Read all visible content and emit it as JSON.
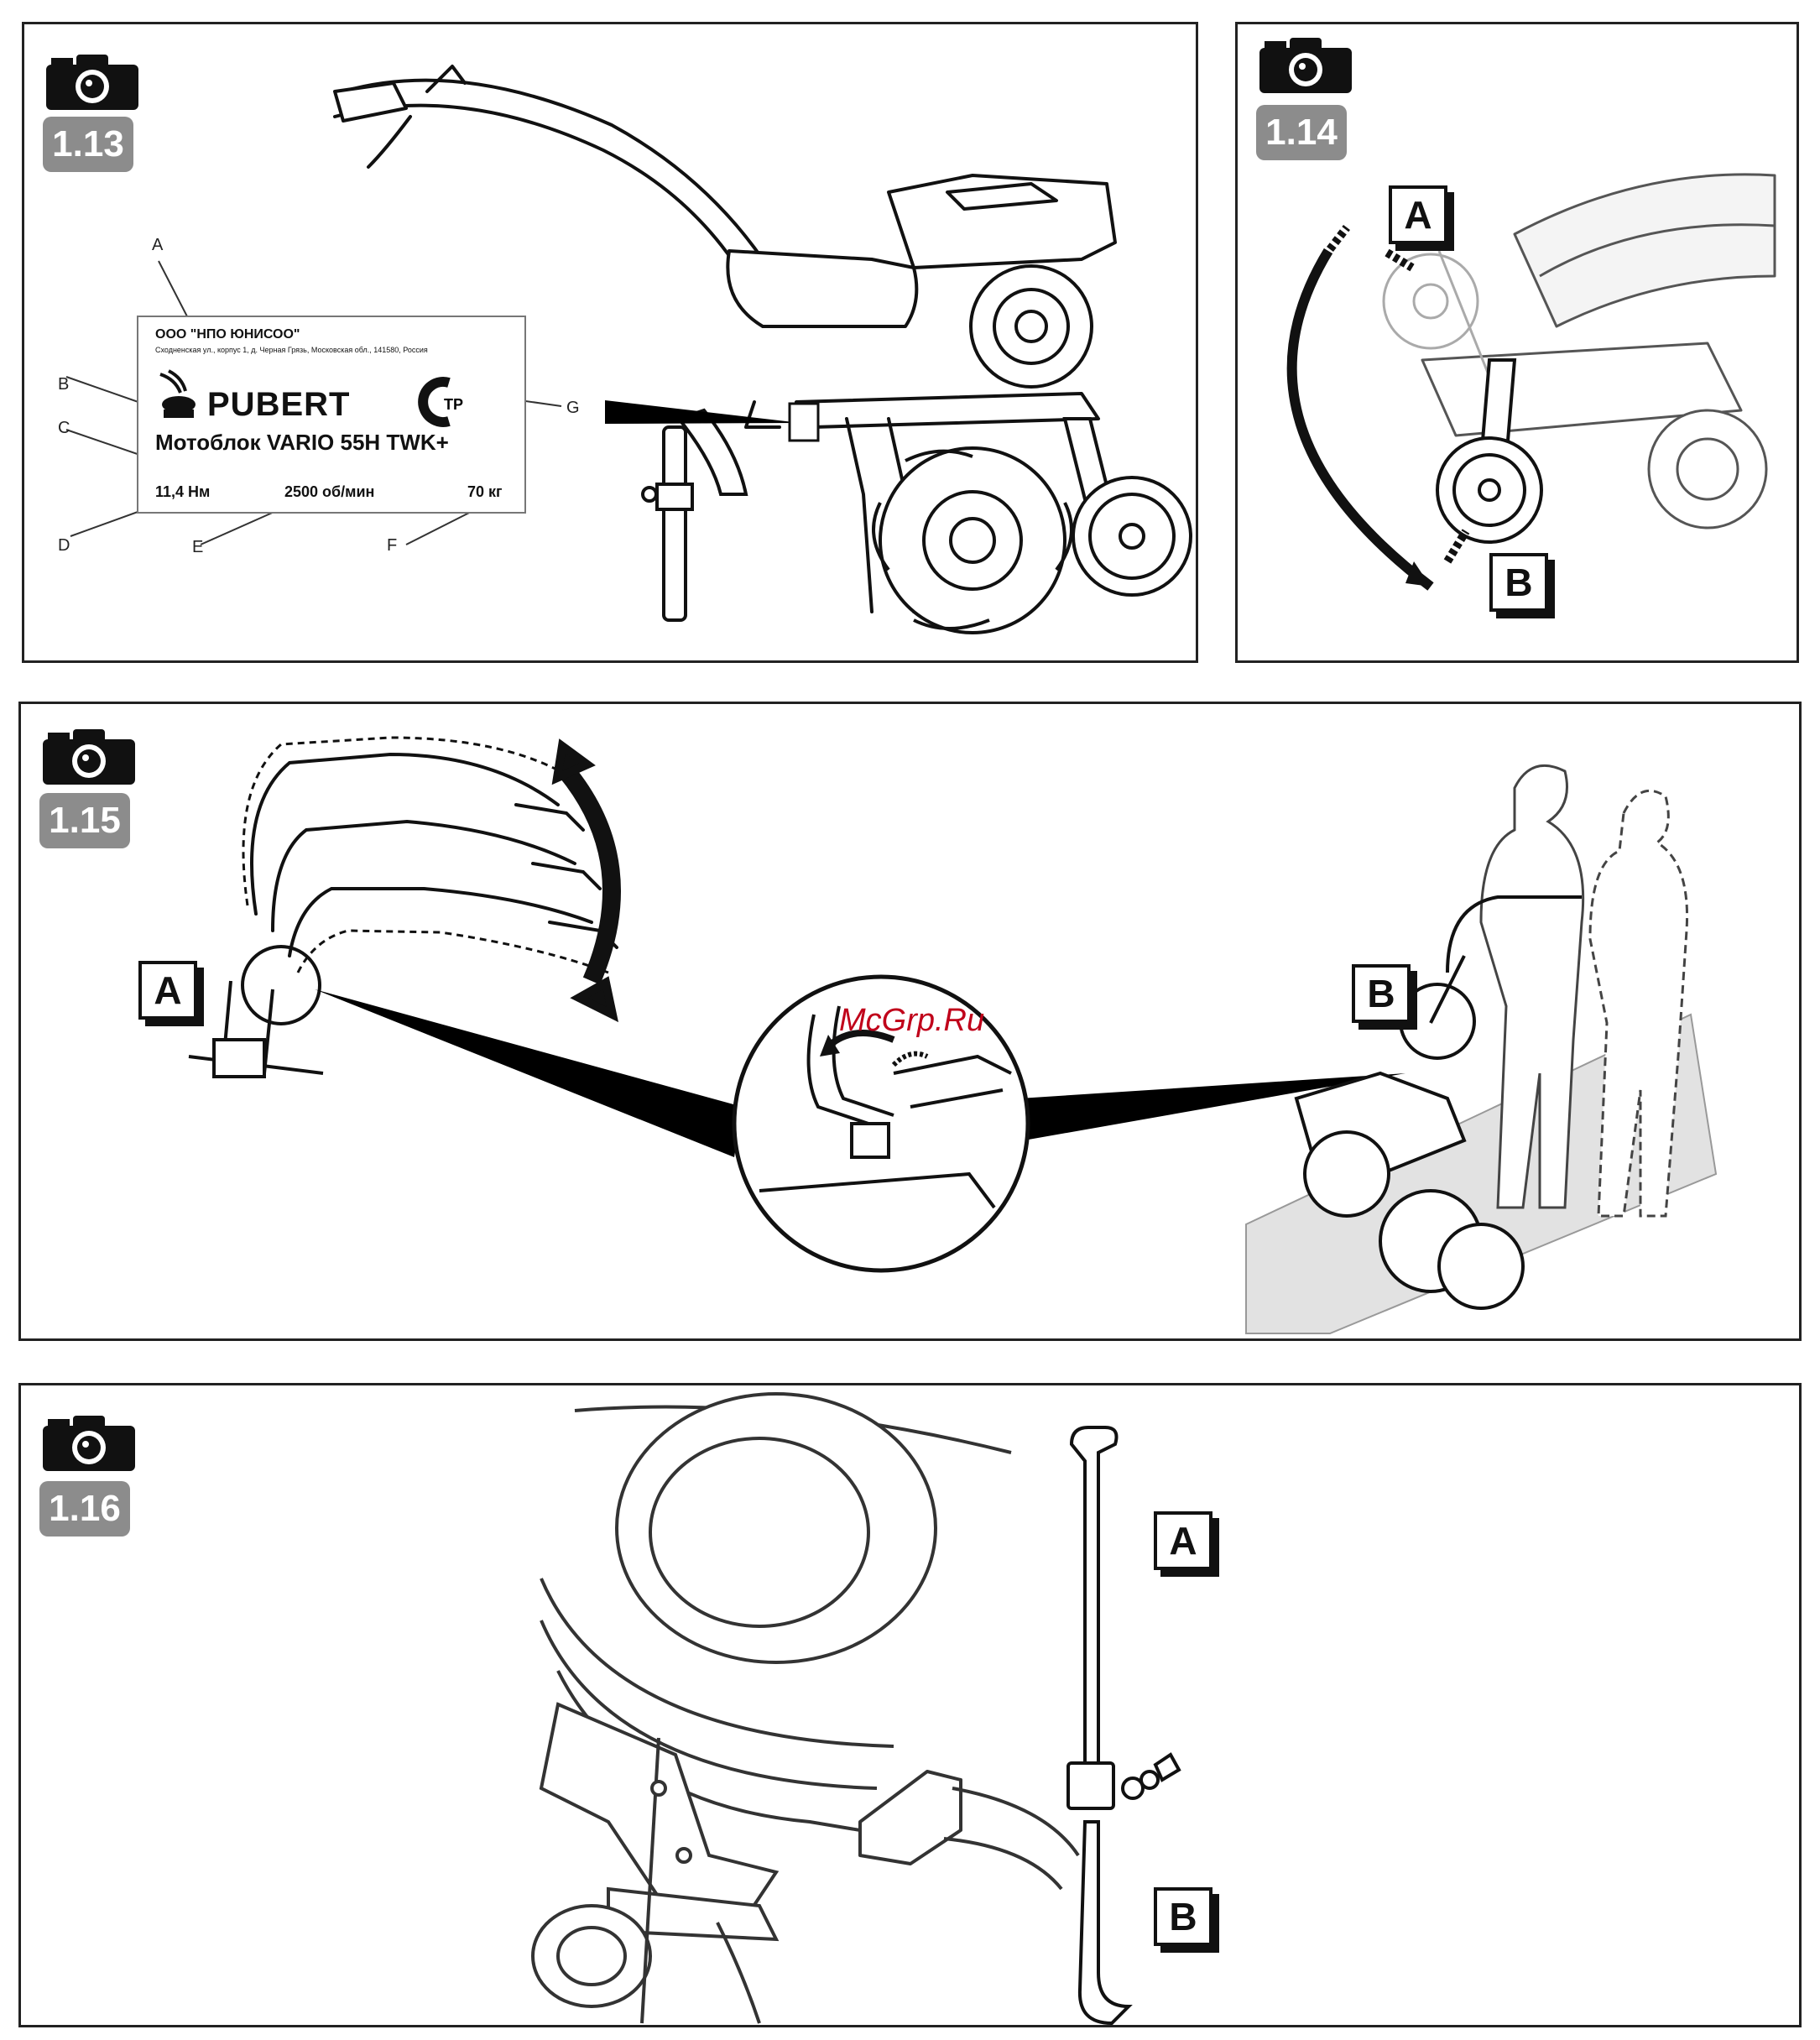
{
  "figures": [
    {
      "id": "1.13"
    },
    {
      "id": "1.14"
    },
    {
      "id": "1.15"
    },
    {
      "id": "1.16"
    }
  ],
  "fig13": {
    "plate": {
      "company": "ООО \"НПО ЮНИСОО\"",
      "address": "Сходненская ул., корпус 1, д. Черная Грязь, Московская обл., 141580, Россия",
      "brand": "PUBERT",
      "model": "Мотоблок VARIO 55H TWK+",
      "torque": "11,4 Нм",
      "speed": "2500 об/мин",
      "weight": "70 кг",
      "cert_mark": "ТР"
    },
    "callouts": [
      "A",
      "B",
      "C",
      "D",
      "E",
      "F",
      "G"
    ]
  },
  "fig14": {
    "labels": [
      "A",
      "B"
    ]
  },
  "fig15": {
    "labels": [
      "A",
      "B"
    ]
  },
  "fig16": {
    "labels": [
      "A",
      "B"
    ]
  },
  "watermark": "McGrp.Ru",
  "colors": {
    "badge": "#8c8c8c",
    "border": "#222222",
    "watermark": "#c0001a"
  }
}
